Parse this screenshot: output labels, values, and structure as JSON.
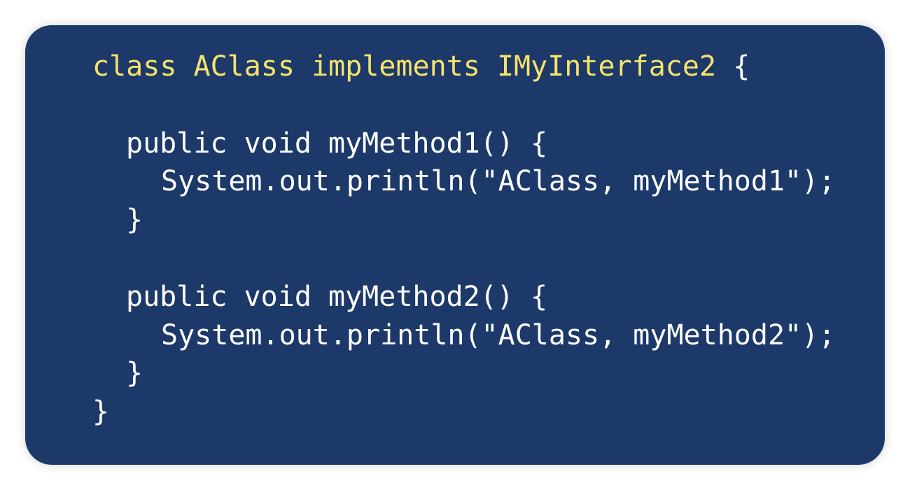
{
  "colors": {
    "background": "#1c3969",
    "keyword_highlight": "#f5e36b",
    "text": "#ffffff"
  },
  "code": {
    "line1_highlight": "class AClass implements IMyInterface2",
    "line1_brace": " {",
    "line3": "public void myMethod1() {",
    "line4": "System.out.println(\"AClass, myMethod1\");",
    "line5": "}",
    "line7": "public void myMethod2() {",
    "line8": "System.out.println(\"AClass, myMethod2\");",
    "line9": "}",
    "line10": "}"
  }
}
